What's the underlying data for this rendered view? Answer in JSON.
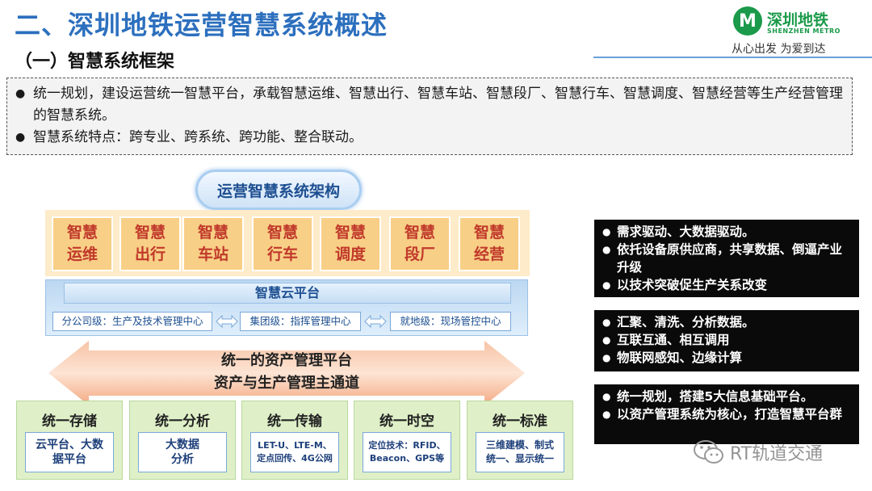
{
  "header": {
    "title": "二、深圳地铁运营智慧系统概述",
    "subtitle": "（一）智慧系统框架",
    "logo_mark": "M",
    "logo_name": "深圳地铁",
    "logo_en": "SHENZHEN METRO",
    "slogan": "从心出发  为爱到达"
  },
  "intro": {
    "bullets": [
      "统一规划，建设运营统一智慧平台，承载智慧运维、智慧出行、智慧车站、智慧段厂、智慧行车、智慧调度、智慧经营等生产经营管理的智慧系统。",
      "智慧系统特点：跨专业、跨系统、跨功能、整合联动。"
    ]
  },
  "architecture": {
    "title": "运营智慧系统架构",
    "modules": [
      "智慧\n运维",
      "智慧\n出行",
      "智慧\n车站",
      "智慧\n行车",
      "智慧\n调度",
      "智慧\n段厂",
      "智慧\n经营"
    ],
    "cloud": {
      "title": "智慧云平台",
      "levels": [
        "分公司级：生产及技术管理中心",
        "集团级：指挥管理中心",
        "就地级：现场管控中心"
      ]
    },
    "asset": {
      "line1": "统一的资产管理平台",
      "line2": "资产与生产管理主通道"
    },
    "bottom": [
      {
        "title": "统一存储",
        "detail": "云平台、大数\n据平台"
      },
      {
        "title": "统一分析",
        "detail": "大数据\n分析"
      },
      {
        "title": "统一传输",
        "detail": "LET-U、LTE-M、\n定点回传、4G公网"
      },
      {
        "title": "统一时空",
        "detail": "定位技术：RFID、\nBeacon、GPS等"
      },
      {
        "title": "统一标准",
        "detail": "三维建模、制式\n统一、显示统一"
      }
    ]
  },
  "panels": [
    [
      "需求驱动、大数据驱动。",
      "依托设备原供应商，共享数据、倒逼产业升级",
      "以技术突破促生产关系改变"
    ],
    [
      "汇聚、清洗、分析数据。",
      "互联互通、相互调用",
      "物联网感知、边缘计算"
    ],
    [
      "统一规划，搭建5大信息基础平台。",
      "以资产管理系统为核心，打造智慧平台群"
    ]
  ],
  "watermark": "RT轨道交通",
  "colors": {
    "title_blue": "#2c6fbe",
    "module_text": "#c0392b",
    "module_fill": "#f8cf86",
    "asset_orange": "#f6b08a",
    "bottom_green": "#dff0c8",
    "panel_black": "#0a0a0a",
    "logo_green": "#1a9a4a"
  }
}
